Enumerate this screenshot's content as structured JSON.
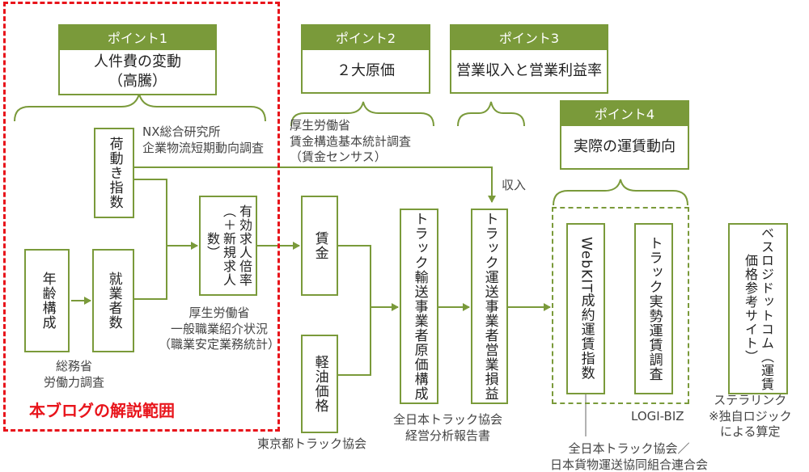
{
  "points": [
    {
      "header": "ポイント1",
      "body": "人件費の変動\n（高騰）"
    },
    {
      "header": "ポイント2",
      "body": "２大原価"
    },
    {
      "header": "ポイント3",
      "body": "営業収入と営業利益率"
    },
    {
      "header": "ポイント4",
      "body": "実際の運賃動向"
    }
  ],
  "boxes": {
    "cargo_index": "荷動き指数",
    "age": "年齢構成",
    "employed": "就業者数",
    "job_ratio": "有効求人倍率（＋新規求人数）",
    "wage": "賃金",
    "fuel": "軽油価格",
    "cost_structure": "トラック輸送事業者原価構成",
    "operating_pl": "トラック運送事業者営業損益",
    "webkit": "WebKIT成約運賃指数",
    "actual_rate": "トラック実勢運賃調査",
    "logi": "ベスロジドットコム（運賃価格参考サイト）"
  },
  "labels": {
    "nx": "NX総合研究所\n企業物流短期動向調査",
    "mhlw_wage": "厚生労働省\n賃金構造基本統計調査\n（賃金センサス）",
    "income": "収入",
    "mhlw_job": "厚生労働省\n一般職業紹介状況\n（職業安定業務統計）",
    "soumu": "総務省\n労働力調査",
    "tokyo": "東京都トラック協会",
    "jta": "全日本トラック協会\n経営分析報告書",
    "logibiz": "LOGI-BIZ",
    "federation": "全日本トラック協会／\n日本貨物運送協同組合連合会",
    "sterra": "ステラリンク\n※独自ロジック\nによる算定"
  },
  "blog_scope": "本ブログの解説範囲",
  "colors": {
    "green": "#7a9a3a",
    "red": "#e8141b",
    "text": "#222222"
  }
}
